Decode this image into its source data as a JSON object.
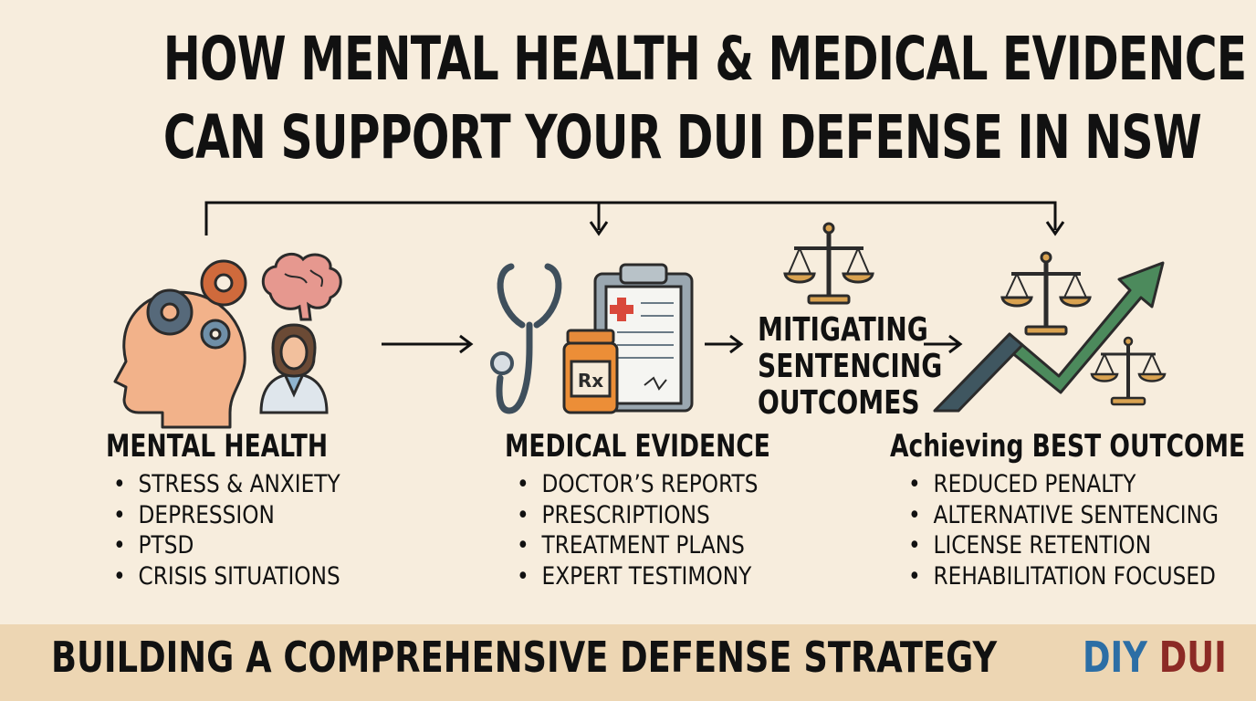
{
  "title": {
    "line1": "HOW MENTAL HEALTH & MEDICAL EVIDENCE",
    "line2": "CAN SUPPORT YOUR DUI DEFENSE IN NSW"
  },
  "columns": [
    {
      "heading": "MENTAL HEALTH",
      "items": [
        "STRESS & ANXIETY",
        "DEPRESSION",
        "PTSD",
        "CRISIS SITUATIONS"
      ],
      "icons": [
        "head-with-gears-icon",
        "brain-icon",
        "doctor-icon"
      ]
    },
    {
      "heading": "MEDICAL EVIDENCE",
      "items": [
        "DOCTOR’S REPORTS",
        "PRESCRIPTIONS",
        "TREATMENT PLANS",
        "EXPERT TESTIMONY"
      ],
      "icons": [
        "stethoscope-icon",
        "clipboard-icon",
        "prescription-bottle-icon"
      ]
    },
    {
      "heading": "Achieving BEST OUTCOME",
      "items": [
        "REDUCED PENALTY",
        "ALTERNATIVE SENTENCING",
        "LICENSE RETENTION",
        "REHABILITATION FOCUSED"
      ],
      "icons": [
        "scales-icon",
        "rising-arrow-icon"
      ]
    }
  ],
  "middle_step": {
    "label_lines": [
      "MITIGATING",
      "SENTENCING",
      "OUTCOMES"
    ],
    "icon": "scales-icon"
  },
  "footer": {
    "text": "BUILDING A COMPREHENSIVE DEFENSE STRATEGY",
    "logo_part1": "DIY",
    "logo_part2": "DUI"
  },
  "colors": {
    "background": "#f7eddd",
    "footer_band": "#edd6b3",
    "logo_blue": "#2c6ea5",
    "logo_red": "#8c2a25",
    "arrow_green": "#4c8a5c",
    "arrow_slate": "#3f5660",
    "gear_orange": "#cf6a3c",
    "brain_pink": "#e6988f",
    "scales_gold": "#d9a250"
  }
}
